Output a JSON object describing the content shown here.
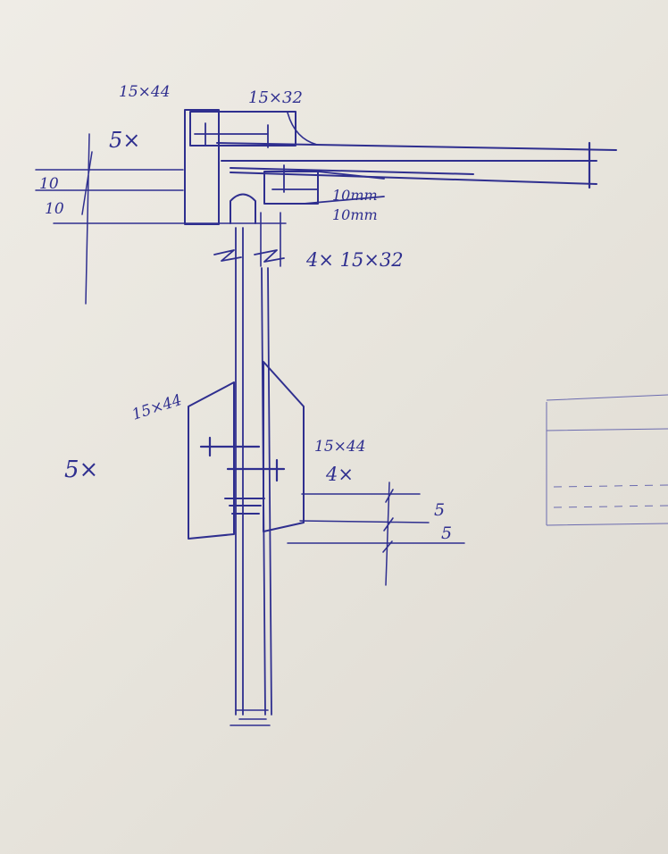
{
  "labels": {
    "top_left_size": "15×44",
    "top_mid_size": "15×32",
    "top_multiplier": "5×",
    "dim_10_upper": "10",
    "dim_10_lower": "10",
    "inner_10mm_upper": "10mm",
    "inner_10mm_lower": "10mm",
    "post_note": "4× 15×32",
    "lower_left_size": "15×44",
    "lower_left_multiplier": "5×",
    "lower_right_size": "15×44",
    "lower_right_multiplier": "4×",
    "dim_5_upper": "5",
    "dim_5_lower": "5"
  },
  "colors": {
    "ink": "#2f2f8f",
    "paper": "#e9e6df"
  }
}
